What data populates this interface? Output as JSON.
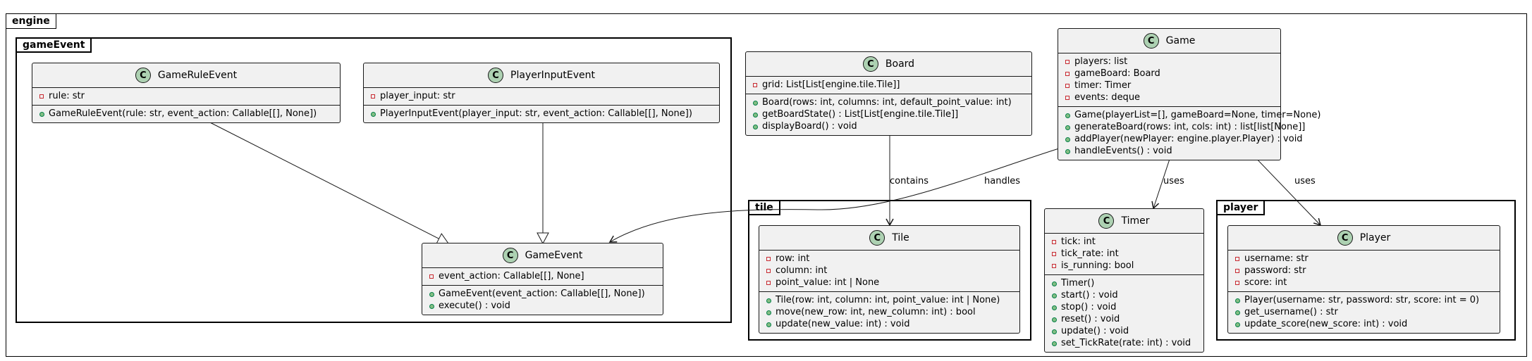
{
  "packages": {
    "engine": "engine",
    "gameEvent": "gameEvent",
    "tile": "tile",
    "player": "player"
  },
  "classes": {
    "game": {
      "name": "Game",
      "attributes": [
        {
          "vis": "private",
          "text": "players: list"
        },
        {
          "vis": "private",
          "text": "gameBoard: Board"
        },
        {
          "vis": "private",
          "text": "timer: Timer"
        },
        {
          "vis": "private",
          "text": "events: deque"
        }
      ],
      "methods": [
        {
          "vis": "public",
          "text": "Game(playerList=[], gameBoard=None, timer=None)"
        },
        {
          "vis": "public",
          "text": "generateBoard(rows: int, cols: int) : list[list[None]]"
        },
        {
          "vis": "public",
          "text": "addPlayer(newPlayer: engine.player.Player) : void"
        },
        {
          "vis": "public",
          "text": "handleEvents() : void"
        }
      ]
    },
    "board": {
      "name": "Board",
      "attributes": [
        {
          "vis": "private",
          "text": "grid: List[List[engine.tile.Tile]]"
        }
      ],
      "methods": [
        {
          "vis": "public",
          "text": "Board(rows: int, columns: int, default_point_value: int)"
        },
        {
          "vis": "public",
          "text": "getBoardState() : List[List[engine.tile.Tile]]"
        },
        {
          "vis": "public",
          "text": "displayBoard() : void"
        }
      ]
    },
    "gameRuleEvent": {
      "name": "GameRuleEvent",
      "attributes": [
        {
          "vis": "private",
          "text": "rule: str"
        }
      ],
      "methods": [
        {
          "vis": "public",
          "text": "GameRuleEvent(rule: str, event_action: Callable[[], None])"
        }
      ]
    },
    "playerInputEvent": {
      "name": "PlayerInputEvent",
      "attributes": [
        {
          "vis": "private",
          "text": "player_input: str"
        }
      ],
      "methods": [
        {
          "vis": "public",
          "text": "PlayerInputEvent(player_input: str, event_action: Callable[[], None])"
        }
      ]
    },
    "gameEvent": {
      "name": "GameEvent",
      "attributes": [
        {
          "vis": "private",
          "text": "event_action: Callable[[], None]"
        }
      ],
      "methods": [
        {
          "vis": "public",
          "text": "GameEvent(event_action: Callable[[], None])"
        },
        {
          "vis": "public",
          "text": "execute() : void"
        }
      ]
    },
    "tile": {
      "name": "Tile",
      "attributes": [
        {
          "vis": "private",
          "text": "row: int"
        },
        {
          "vis": "private",
          "text": "column: int"
        },
        {
          "vis": "private",
          "text": "point_value: int | None"
        }
      ],
      "methods": [
        {
          "vis": "public",
          "text": "Tile(row: int, column: int, point_value: int | None)"
        },
        {
          "vis": "public",
          "text": "move(new_row: int, new_column: int) : bool"
        },
        {
          "vis": "public",
          "text": "update(new_value: int) : void"
        }
      ]
    },
    "timer": {
      "name": "Timer",
      "attributes": [
        {
          "vis": "private",
          "text": "tick: int"
        },
        {
          "vis": "private",
          "text": "tick_rate: int"
        },
        {
          "vis": "private",
          "text": "is_running: bool"
        }
      ],
      "methods": [
        {
          "vis": "public",
          "text": "Timer()"
        },
        {
          "vis": "public",
          "text": "start() : void"
        },
        {
          "vis": "public",
          "text": "stop() : void"
        },
        {
          "vis": "public",
          "text": "reset() : void"
        },
        {
          "vis": "public",
          "text": "update() : void"
        },
        {
          "vis": "public",
          "text": "set_TickRate(rate: int) : void"
        }
      ]
    },
    "player": {
      "name": "Player",
      "attributes": [
        {
          "vis": "private",
          "text": "username: str"
        },
        {
          "vis": "private",
          "text": "password: str"
        },
        {
          "vis": "private",
          "text": "score: int"
        }
      ],
      "methods": [
        {
          "vis": "public",
          "text": "Player(username: str, password: str, score: int = 0)"
        },
        {
          "vis": "public",
          "text": "get_username() : str"
        },
        {
          "vis": "public",
          "text": "update_score(new_score: int) : void"
        }
      ]
    }
  },
  "edge_labels": {
    "contains": "contains",
    "handles": "handles",
    "uses_timer": "uses",
    "uses_player": "uses"
  },
  "class_badge": "C"
}
